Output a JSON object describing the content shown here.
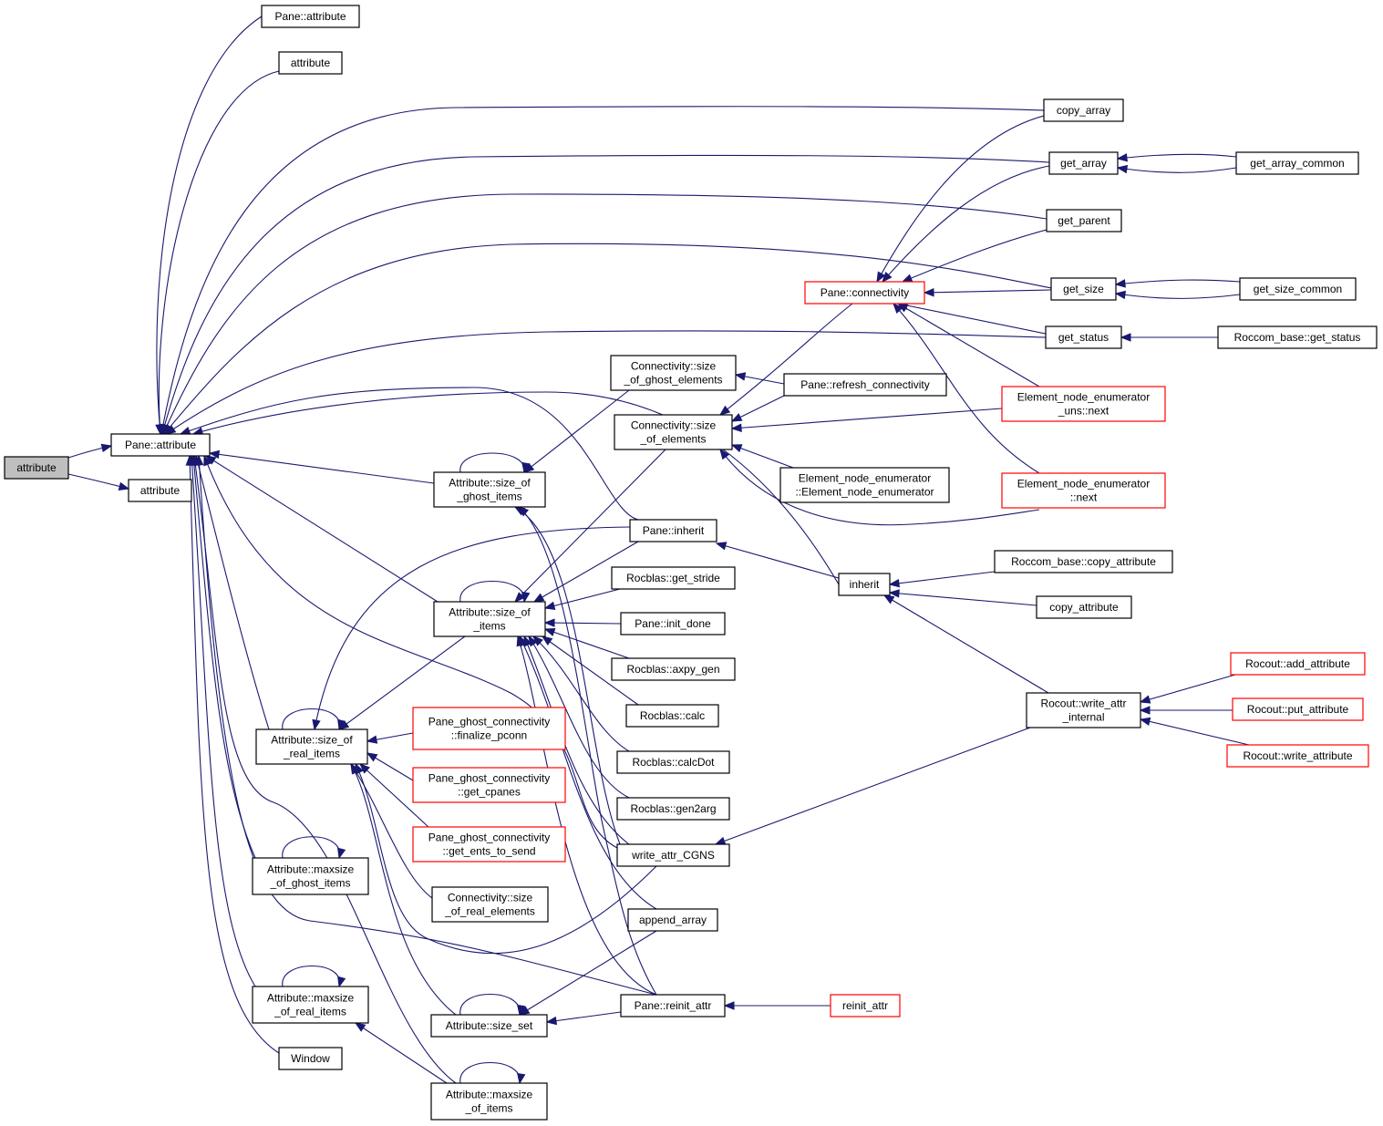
{
  "colors": {
    "edge": "#191970",
    "node_border": "#000000",
    "node_border_truncated": "#ff0000",
    "focus_fill": "#bfbfbf",
    "node_fill": "#ffffff"
  },
  "nodes": [
    {
      "id": "focus",
      "lines": [
        "attribute"
      ],
      "style": "focus"
    },
    {
      "id": "pane_attr_main",
      "lines": [
        "Pane::attribute"
      ]
    },
    {
      "id": "attr_b",
      "lines": [
        "attribute"
      ]
    },
    {
      "id": "pane_attr_top",
      "lines": [
        "Pane::attribute"
      ]
    },
    {
      "id": "attr_top",
      "lines": [
        "attribute"
      ]
    },
    {
      "id": "copy_array",
      "lines": [
        "copy_array"
      ]
    },
    {
      "id": "get_array",
      "lines": [
        "get_array"
      ]
    },
    {
      "id": "get_array_common",
      "lines": [
        "get_array_common"
      ]
    },
    {
      "id": "get_parent",
      "lines": [
        "get_parent"
      ]
    },
    {
      "id": "pane_connectivity",
      "lines": [
        "Pane::connectivity"
      ],
      "style": "truncated"
    },
    {
      "id": "get_size",
      "lines": [
        "get_size"
      ]
    },
    {
      "id": "get_size_common",
      "lines": [
        "get_size_common"
      ]
    },
    {
      "id": "get_status",
      "lines": [
        "get_status"
      ]
    },
    {
      "id": "roccom_get_status",
      "lines": [
        "Roccom_base::get_status"
      ]
    },
    {
      "id": "conn_ghost",
      "lines": [
        "Connectivity::size",
        "_of_ghost_elements"
      ]
    },
    {
      "id": "refresh_conn",
      "lines": [
        "Pane::refresh_connectivity"
      ]
    },
    {
      "id": "conn_elems",
      "lines": [
        "Connectivity::size",
        "_of_elements"
      ]
    },
    {
      "id": "enum_uns_next",
      "lines": [
        "Element_node_enumerator",
        "_uns::next"
      ],
      "style": "truncated"
    },
    {
      "id": "enum_ctor",
      "lines": [
        "Element_node_enumerator",
        "::Element_node_enumerator"
      ]
    },
    {
      "id": "enum_next",
      "lines": [
        "Element_node_enumerator",
        "::next"
      ],
      "style": "truncated"
    },
    {
      "id": "attr_ghost_items",
      "lines": [
        "Attribute::size_of",
        "_ghost_items"
      ]
    },
    {
      "id": "pane_inherit",
      "lines": [
        "Pane::inherit"
      ]
    },
    {
      "id": "roccom_copy_attr",
      "lines": [
        "Roccom_base::copy_attribute"
      ]
    },
    {
      "id": "inherit",
      "lines": [
        "inherit"
      ]
    },
    {
      "id": "copy_attribute",
      "lines": [
        "copy_attribute"
      ]
    },
    {
      "id": "attr_items",
      "lines": [
        "Attribute::size_of",
        "_items"
      ]
    },
    {
      "id": "get_stride",
      "lines": [
        "Rocblas::get_stride"
      ]
    },
    {
      "id": "init_done",
      "lines": [
        "Pane::init_done"
      ]
    },
    {
      "id": "axpy_gen",
      "lines": [
        "Rocblas::axpy_gen"
      ]
    },
    {
      "id": "rocblas_calc",
      "lines": [
        "Rocblas::calc"
      ]
    },
    {
      "id": "calcdot",
      "lines": [
        "Rocblas::calcDot"
      ]
    },
    {
      "id": "gen2arg",
      "lines": [
        "Rocblas::gen2arg"
      ]
    },
    {
      "id": "add_attribute",
      "lines": [
        "Rocout::add_attribute"
      ],
      "style": "truncated"
    },
    {
      "id": "write_attr_internal",
      "lines": [
        "Rocout::write_attr",
        "_internal"
      ]
    },
    {
      "id": "put_attribute",
      "lines": [
        "Rocout::put_attribute"
      ],
      "style": "truncated"
    },
    {
      "id": "write_attribute",
      "lines": [
        "Rocout::write_attribute"
      ],
      "style": "truncated"
    },
    {
      "id": "attr_real_items",
      "lines": [
        "Attribute::size_of",
        "_real_items"
      ]
    },
    {
      "id": "finalize_pconn",
      "lines": [
        "Pane_ghost_connectivity",
        "::finalize_pconn"
      ],
      "style": "truncated"
    },
    {
      "id": "get_cpanes",
      "lines": [
        "Pane_ghost_connectivity",
        "::get_cpanes"
      ],
      "style": "truncated"
    },
    {
      "id": "get_ents",
      "lines": [
        "Pane_ghost_connectivity",
        "::get_ents_to_send"
      ],
      "style": "truncated"
    },
    {
      "id": "write_cgns",
      "lines": [
        "write_attr_CGNS"
      ]
    },
    {
      "id": "max_ghost",
      "lines": [
        "Attribute::maxsize",
        "_of_ghost_items"
      ]
    },
    {
      "id": "conn_real",
      "lines": [
        "Connectivity::size",
        "_of_real_elements"
      ]
    },
    {
      "id": "append_array",
      "lines": [
        "append_array"
      ]
    },
    {
      "id": "max_real",
      "lines": [
        "Attribute::maxsize",
        "_of_real_items"
      ]
    },
    {
      "id": "size_set",
      "lines": [
        "Attribute::size_set"
      ]
    },
    {
      "id": "reinit_pane",
      "lines": [
        "Pane::reinit_attr"
      ]
    },
    {
      "id": "reinit_attr",
      "lines": [
        "reinit_attr"
      ],
      "style": "truncated"
    },
    {
      "id": "window",
      "lines": [
        "Window"
      ]
    },
    {
      "id": "max_items",
      "lines": [
        "Attribute::maxsize",
        "_of_items"
      ]
    }
  ]
}
